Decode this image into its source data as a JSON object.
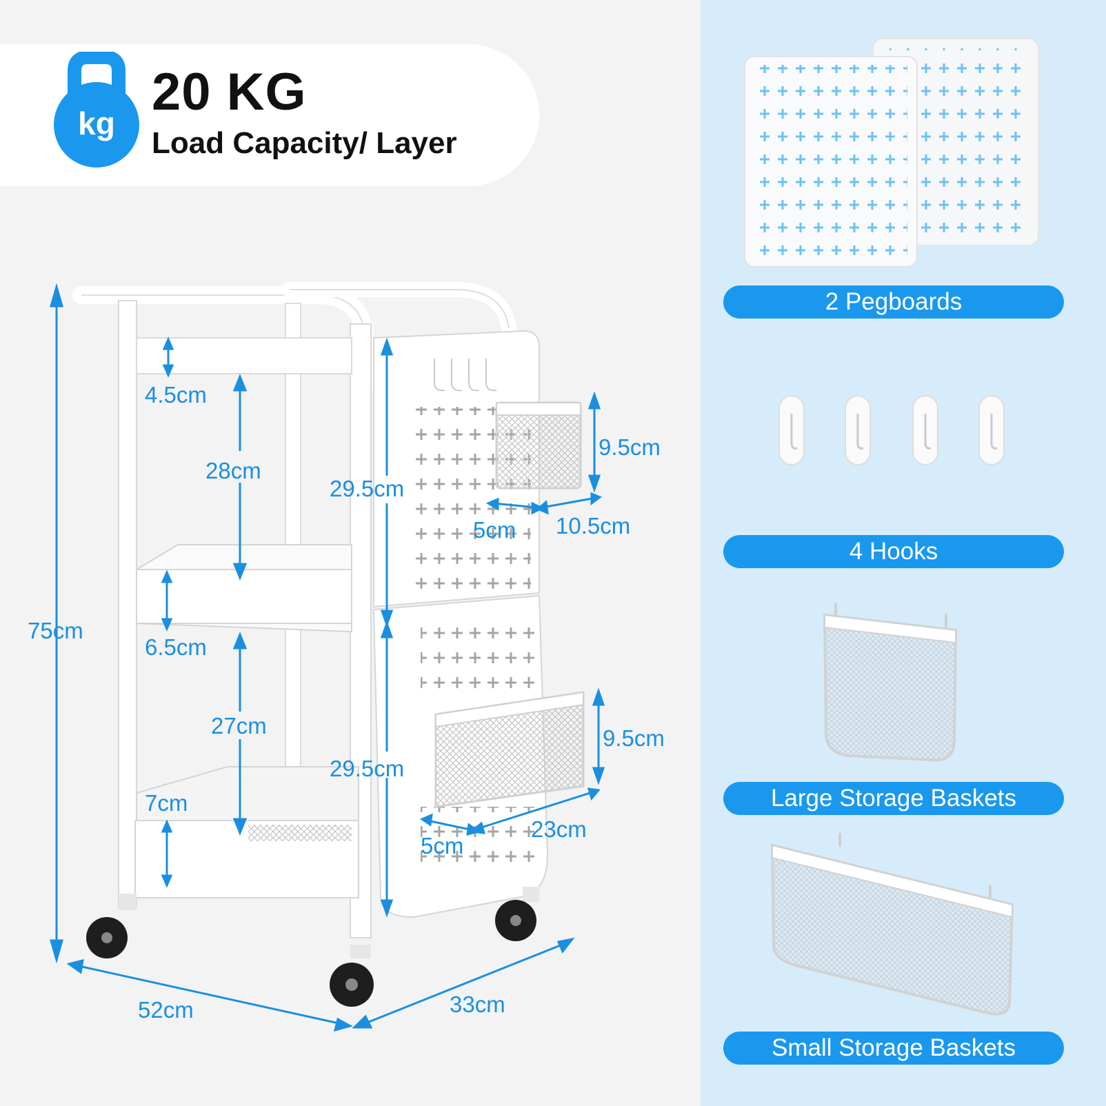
{
  "header": {
    "icon_label": "kg",
    "title": "20 KG",
    "subtitle": "Load Capacity/ Layer"
  },
  "dimensions": {
    "total_height": "75cm",
    "width": "52cm",
    "depth": "33cm",
    "top_rail": "4.5cm",
    "shelf1_gap": "28cm",
    "shelf2_lip": "6.5cm",
    "shelf2_gap": "27cm",
    "shelf3_lip": "7cm",
    "pegboard_upper": "29.5cm",
    "pegboard_lower": "29.5cm",
    "small_basket_height": "9.5cm",
    "small_basket_depth": "5cm",
    "small_basket_width": "10.5cm",
    "large_basket_height": "9.5cm",
    "large_basket_depth": "5cm",
    "large_basket_width": "23cm"
  },
  "accessories": [
    {
      "label": "2 Pegboards"
    },
    {
      "label": "4 Hooks"
    },
    {
      "label": "Large Storage Baskets"
    },
    {
      "label": "Small Storage Baskets"
    }
  ],
  "colors": {
    "accent": "#1a98ee",
    "dimension_text": "#1a8fe0",
    "right_panel": "#d6ecfb",
    "background": "#f3f3f4"
  }
}
